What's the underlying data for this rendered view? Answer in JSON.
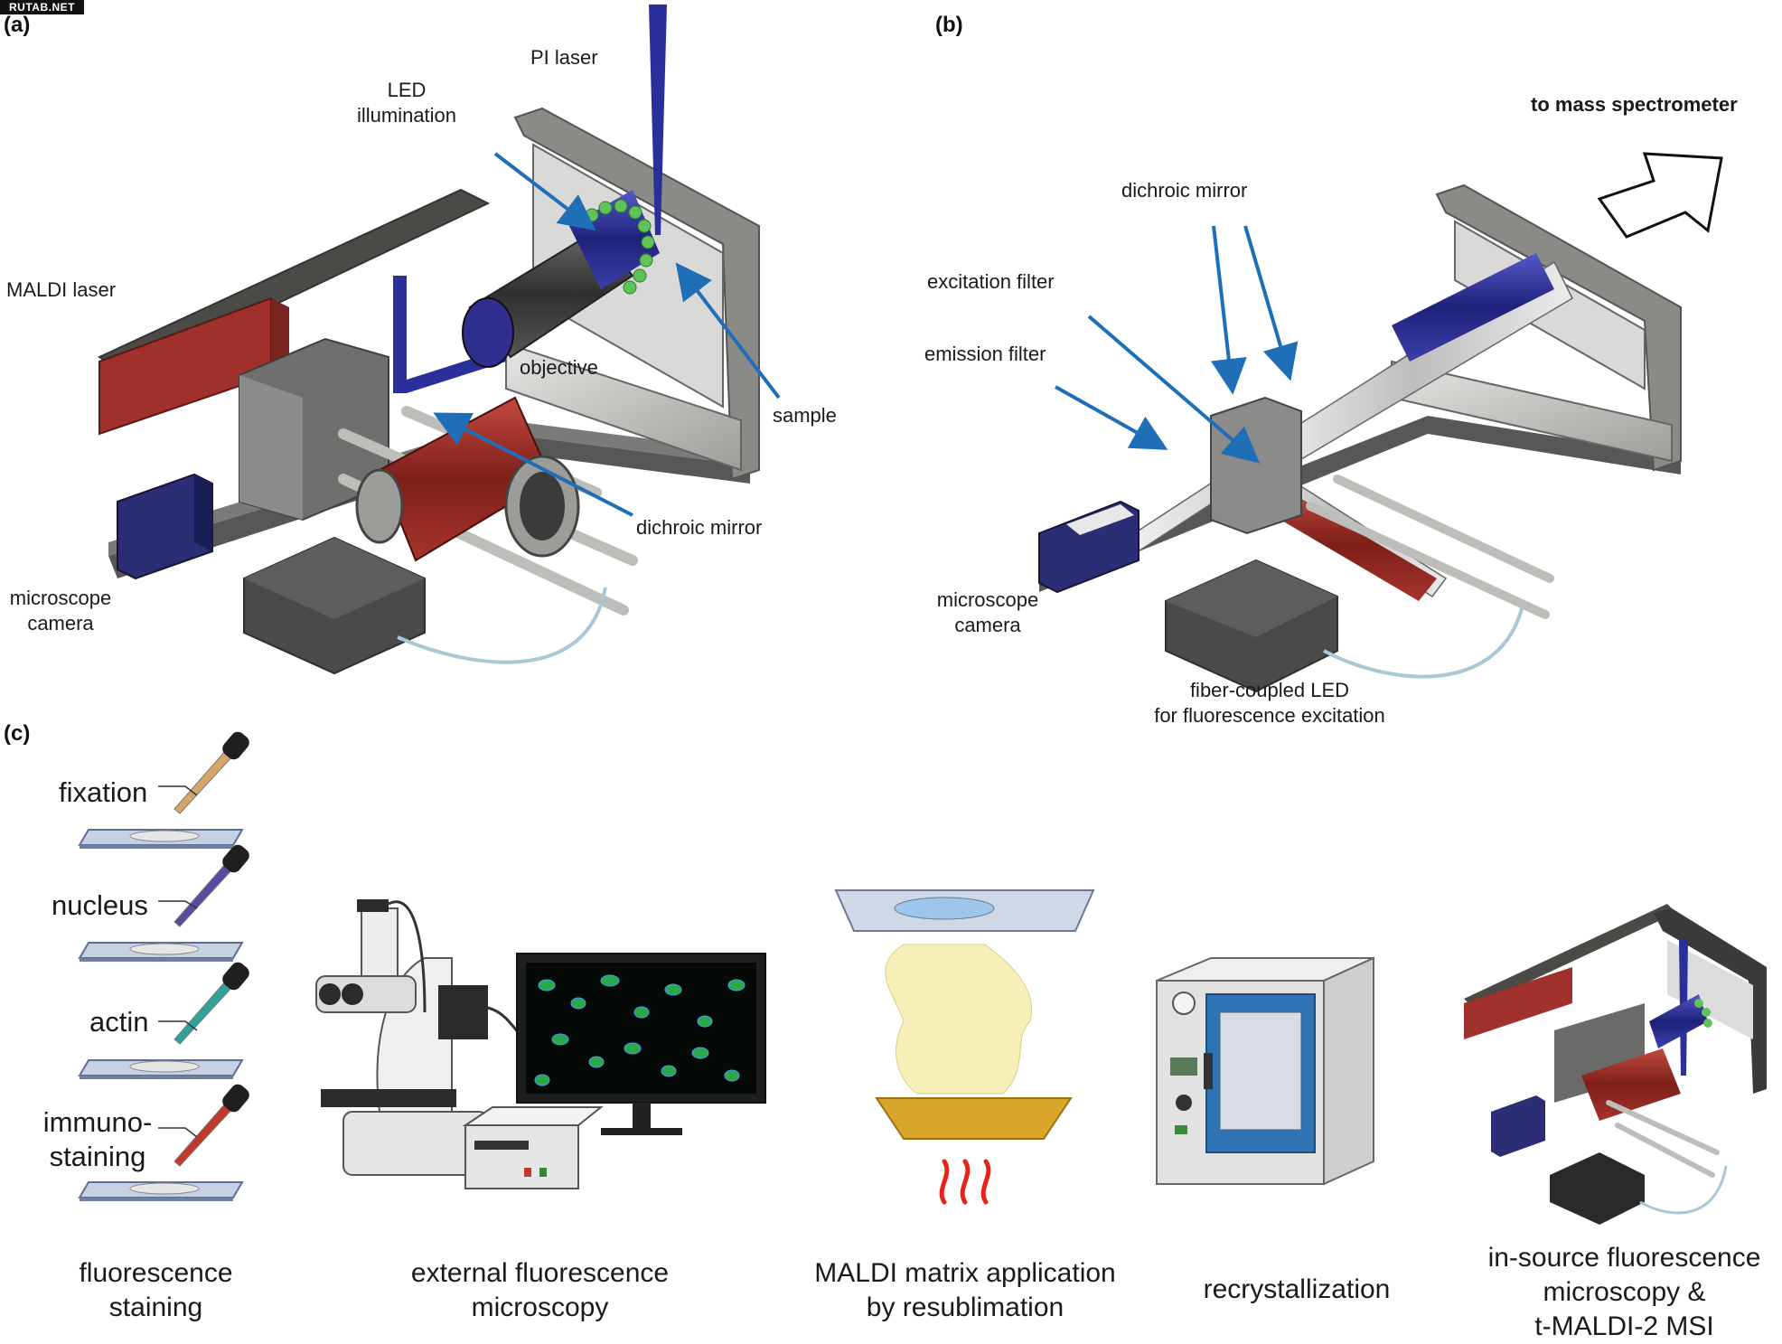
{
  "badge": "RUTAB.NET",
  "panel_a": {
    "tag": "(a)",
    "labels": {
      "pi_laser": "PI laser",
      "led_line1": "LED",
      "led_line2": "illumination",
      "maldi_laser": "MALDI laser",
      "objective": "objective",
      "sample": "sample",
      "dichroic_mirror": "dichroic mirror",
      "camera_line1": "microscope",
      "camera_line2": "camera"
    }
  },
  "panel_b": {
    "tag": "(b)",
    "labels": {
      "to_ms": "to mass spectrometer",
      "dichroic_mirror": "dichroic mirror",
      "excitation_filter": "excitation filter",
      "emission_filter": "emission filter",
      "camera_line1": "microscope",
      "camera_line2": "camera",
      "led_line1": "fiber-coupled LED",
      "led_line2": "for fluorescence excitation"
    }
  },
  "panel_c": {
    "tag": "(c)",
    "staining_steps": {
      "fixation": "fixation",
      "nucleus": "nucleus",
      "actin": "actin",
      "immuno_line1": "immuno-",
      "immuno_line2": "staining"
    },
    "captions": {
      "staining_l1": "fluorescence",
      "staining_l2": "staining",
      "microscopy_l1": "external fluorescence",
      "microscopy_l2": "microscopy",
      "matrix_l1": "MALDI matrix application",
      "matrix_l2": "by resublimation",
      "recryst": "recrystallization",
      "insource_l1": "in-source fluorescence",
      "insource_l2": "microscopy &",
      "insource_l3": "t-MALDI-2 MSI"
    }
  },
  "colors": {
    "arrow_blue": "#1f6fb8",
    "laser_blue": "#2b2f9a",
    "frame_gray": "#8a8a86",
    "dark_gray": "#4a4a4a",
    "maldi_red": "#a0302b",
    "heat_red": "#e8231b",
    "oven_blue": "#2f74b5",
    "matrix_yellow": "#f6f0b8",
    "bowl_gold": "#d9a62a"
  }
}
